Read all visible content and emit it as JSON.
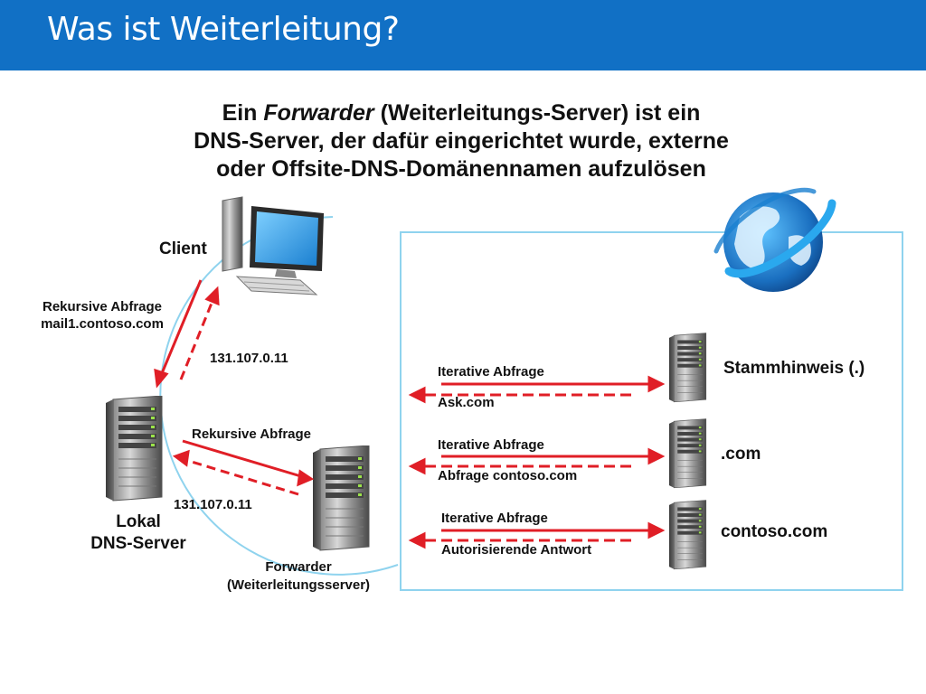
{
  "title": "Was ist Weiterleitung?",
  "headline": {
    "part1": "Ein ",
    "emphasis": "Forwarder",
    "part2": " (Weiterleitungs-Server) ist ein",
    "line2": "DNS-Server, der dafür eingerichtet wurde, externe",
    "line3": "oder Offsite-DNS-Domänennamen aufzulösen"
  },
  "nodes": {
    "client": "Client",
    "local_dns_line1": "Lokal",
    "local_dns_line2": "DNS-Server",
    "forwarder_line1": "Forwarder",
    "forwarder_line2": "(Weiterleitungsserver)",
    "root_hint": "Stammhinweis (.)",
    "com": ".com",
    "contoso": "contoso.com"
  },
  "edges": {
    "client_query_line1": "Rekursive Abfrage",
    "client_query_line2": "mail1.contoso.com",
    "client_answer": "131.107.0.11",
    "forward_query": "Rekursive Abfrage",
    "forward_answer": "131.107.0.11",
    "root_query": "Iterative Abfrage",
    "root_answer": "Ask.com",
    "com_query": "Iterative Abfrage",
    "com_answer": "Abfrage contoso.com",
    "contoso_query": "Iterative Abfrage",
    "contoso_answer": "Autorisierende Antwort"
  },
  "colors": {
    "title_bar": "#1170c5",
    "arrow": "#e01e26",
    "boundary": "#8fd3ee"
  },
  "icons": [
    "computer-icon",
    "server-icon",
    "globe-icon"
  ]
}
